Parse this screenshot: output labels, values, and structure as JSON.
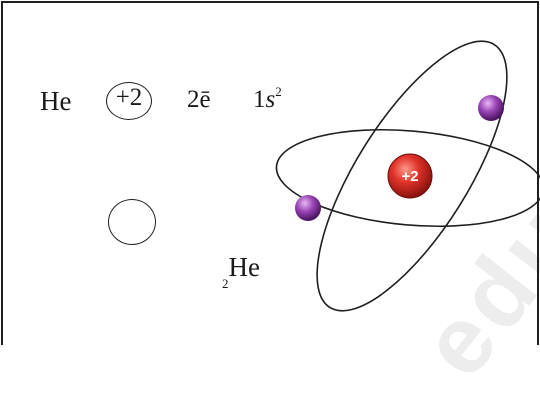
{
  "atom": {
    "symbol": "He",
    "nuclear_charge": "+2",
    "electron_count": "2ē",
    "configuration": {
      "orbital": "1",
      "subshell": "s",
      "superscript": "2"
    },
    "atomic_number": "2",
    "atomic_symbol": "He",
    "model_nucleus_label": "+2"
  },
  "watermark": "edu.uz",
  "colors": {
    "frame": "#1f1f1f",
    "orbit": "#1f1f1f",
    "nucleus": "#d2261f",
    "electron": "#8e3aa6"
  }
}
